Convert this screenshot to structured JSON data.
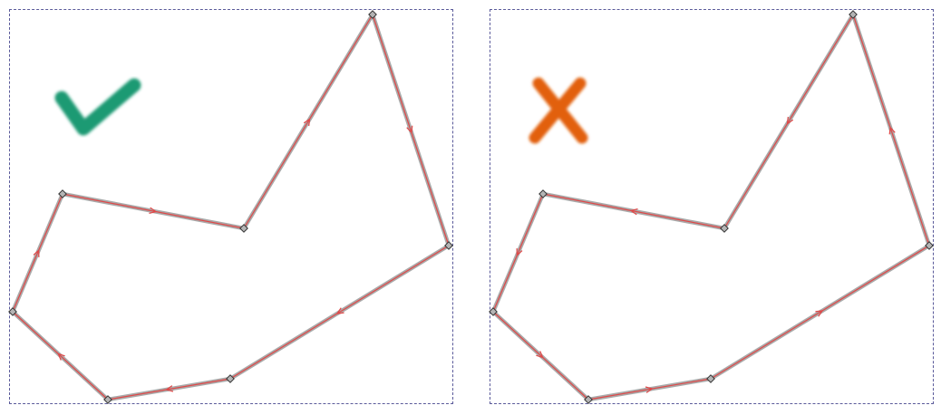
{
  "panels": [
    {
      "verdict": "correct",
      "verdict_icon": "check-mark-icon",
      "verdict_color": "#1e9a73",
      "direction": "clockwise"
    },
    {
      "verdict": "incorrect",
      "verdict_icon": "x-mark-icon",
      "verdict_color": "#e2600b",
      "direction": "counter-clockwise"
    }
  ],
  "colors": {
    "path_outline": "#a9a9a9",
    "path_stroke": "#e04848",
    "node_fill": "#b4b4b4",
    "node_stroke": "#333333",
    "bbox_stroke": "#5a5a9a"
  }
}
